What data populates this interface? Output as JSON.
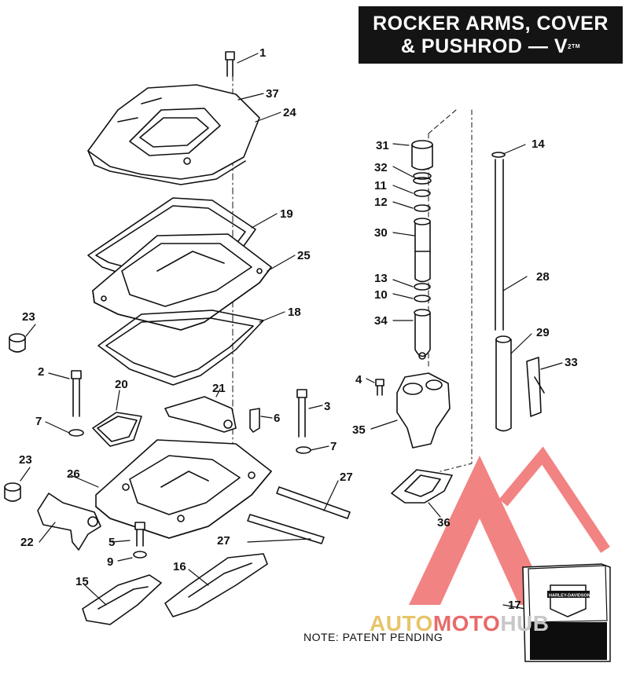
{
  "title": {
    "line1": "ROCKER ARMS, COVER",
    "line2_main": "& PUSHROD — V",
    "line2_sup": "2",
    "line2_sub": "TM"
  },
  "note": "NOTE: PATENT PENDING",
  "watermark": {
    "part1": "AUTO",
    "part2": "MOTO",
    "part3": "HUB"
  },
  "book_badge": {
    "line1": "HARLEY-DAVIDSON"
  },
  "callouts": [
    "1",
    "37",
    "24",
    "19",
    "25",
    "18",
    "23",
    "2",
    "20",
    "21",
    "6",
    "3",
    "7",
    "7",
    "23",
    "26",
    "22",
    "5",
    "9",
    "15",
    "16",
    "27",
    "27",
    "31",
    "14",
    "32",
    "11",
    "12",
    "30",
    "28",
    "13",
    "10",
    "34",
    "29",
    "4",
    "33",
    "35",
    "36",
    "17"
  ],
  "colors": {
    "title_bg": "#141414",
    "ink": "#111111",
    "watermark_red": "#e84a4a",
    "watermark_gold": "#e8c46a"
  }
}
